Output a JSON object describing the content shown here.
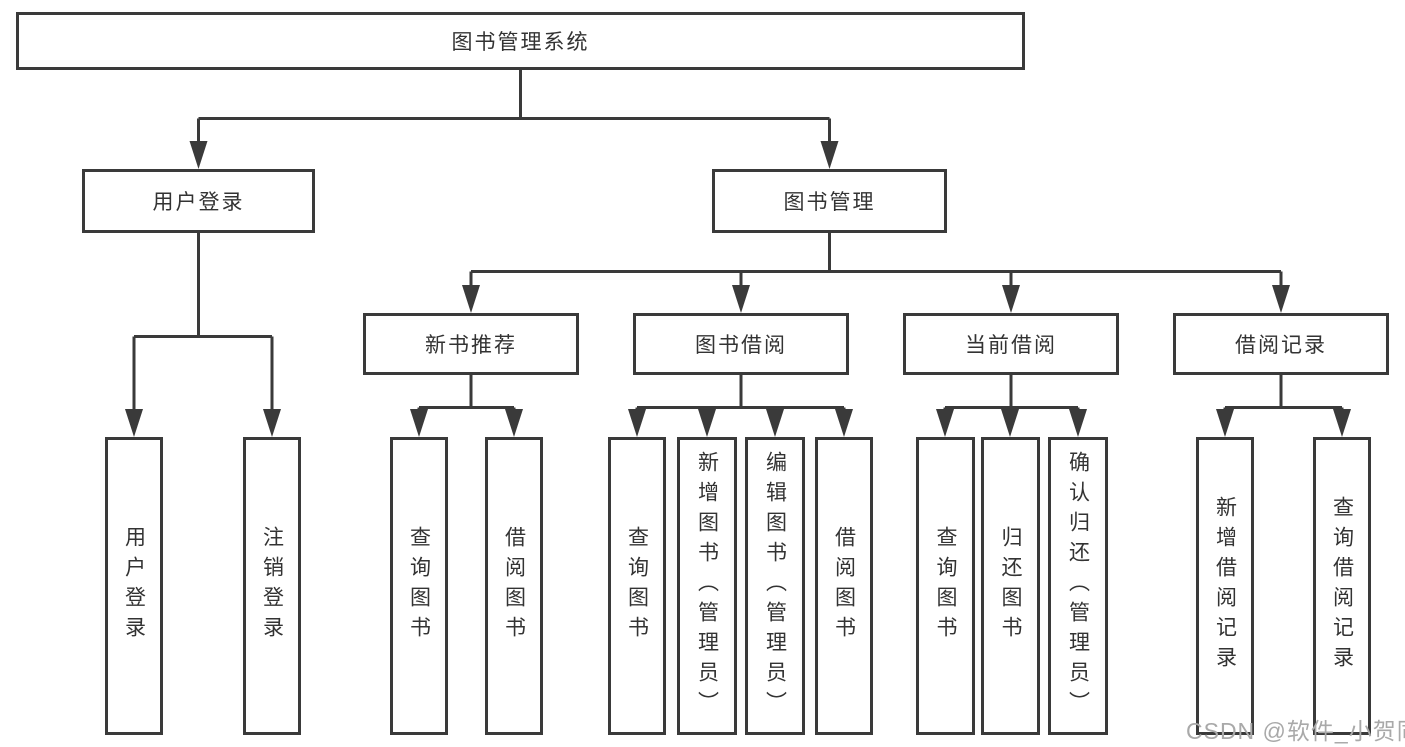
{
  "diagram": {
    "root": {
      "label": "图书管理系统"
    },
    "level2": [
      {
        "label": "用户登录"
      },
      {
        "label": "图书管理"
      }
    ],
    "level3": [
      {
        "label": "新书推荐"
      },
      {
        "label": "图书借阅"
      },
      {
        "label": "当前借阅"
      },
      {
        "label": "借阅记录"
      }
    ],
    "leaves": {
      "user_login": [
        {
          "label": "用户登录"
        },
        {
          "label": "注销登录"
        }
      ],
      "new_book_recommend": [
        {
          "label": "查询图书"
        },
        {
          "label": "借阅图书"
        }
      ],
      "book_borrow": [
        {
          "label": "查询图书"
        },
        {
          "label": "新增图书（管理员）"
        },
        {
          "label": "编辑图书（管理员）"
        },
        {
          "label": "借阅图书"
        }
      ],
      "current_borrow": [
        {
          "label": "查询图书"
        },
        {
          "label": "归还图书"
        },
        {
          "label": "确认归还（管理员）"
        }
      ],
      "borrow_records": [
        {
          "label": "新增借阅记录"
        },
        {
          "label": "查询借阅记录"
        }
      ]
    }
  },
  "watermark": {
    "text": "CSDN @软件_小贺同学"
  },
  "colors": {
    "line": "#3a3a3a",
    "text": "#333333",
    "watermark": "#a9a9a9",
    "background": "#ffffff"
  }
}
